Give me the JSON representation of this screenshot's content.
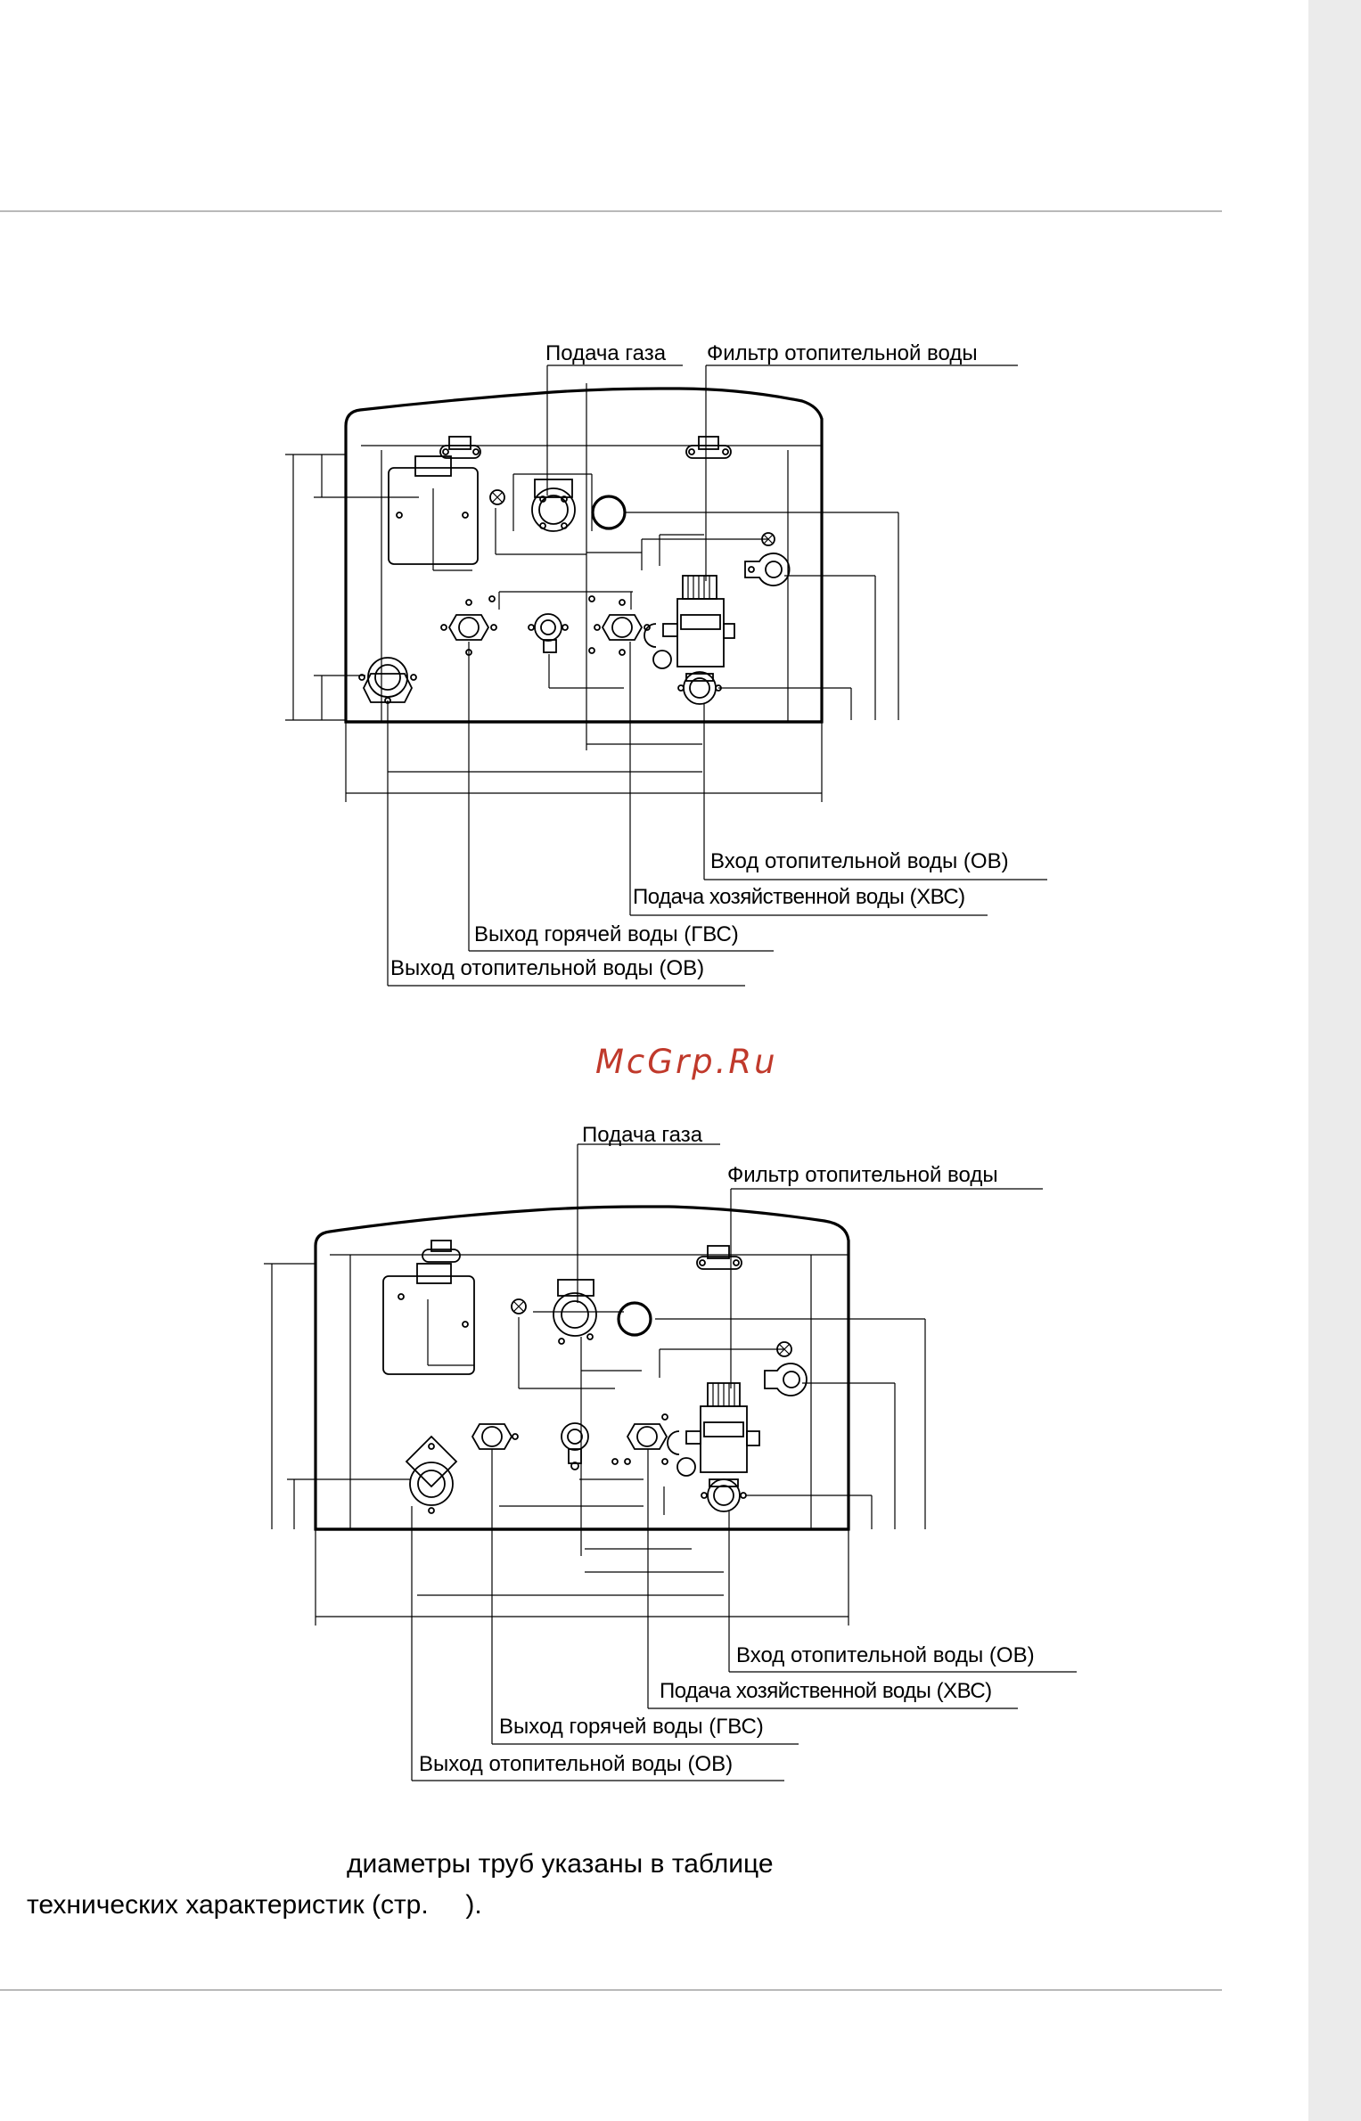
{
  "diagram1": {
    "labels": {
      "gas_supply": "Подача газа",
      "heating_filter": "Фильтр отопительной воды",
      "heating_inlet": "Вход отопительной воды (ОВ)",
      "cold_water_supply": "Подача хозяйственной воды (ХВС)",
      "hot_water_outlet": "Выход горячей воды (ГВС)",
      "heating_outlet": "Выход отопительной воды (ОВ)"
    }
  },
  "diagram2": {
    "labels": {
      "gas_supply": "Подача газа",
      "heating_filter": "Фильтр отопительной воды",
      "heating_inlet": "Вход отопительной воды (ОВ)",
      "cold_water_supply": "Подача хозяйственной воды (ХВС)",
      "hot_water_outlet": "Выход горячей воды (ГВС)",
      "heating_outlet": "Выход отопительной воды (ОВ)"
    }
  },
  "watermark": "McGrp.Ru",
  "note": {
    "line1": "диаметры труб указаны в таблице",
    "line2": "технических характеристик (стр.     )."
  }
}
